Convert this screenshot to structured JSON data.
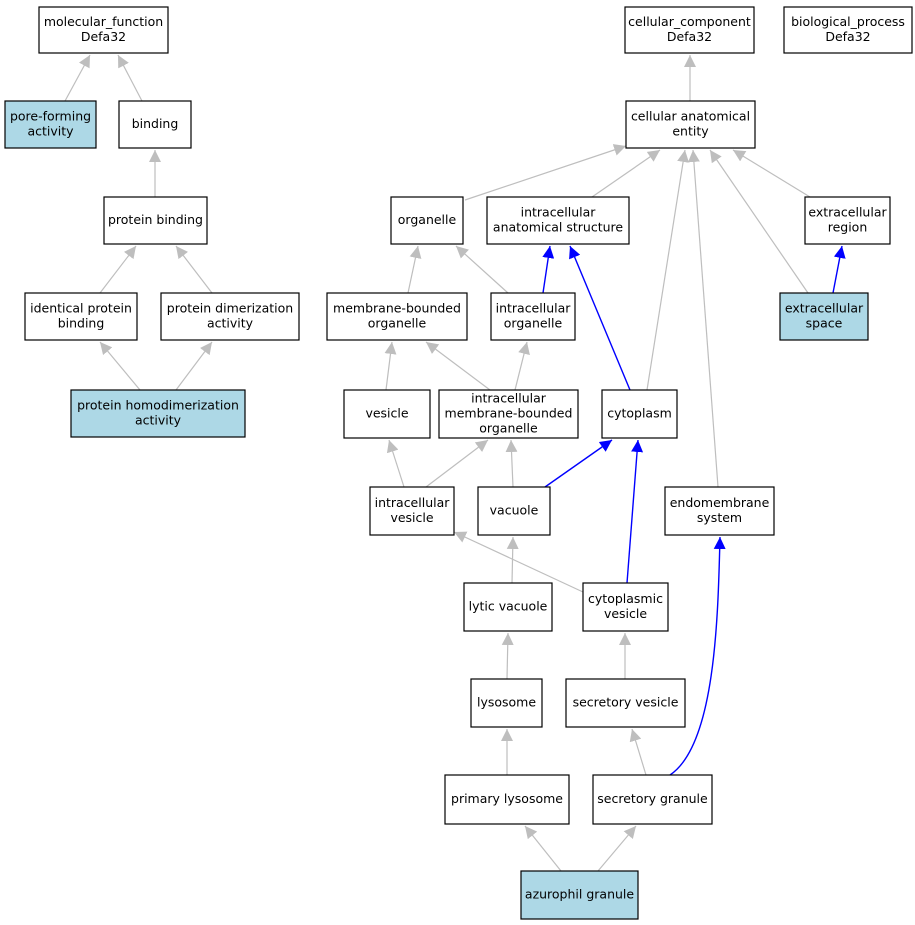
{
  "colors": {
    "background": "#ffffff",
    "node_fill": "#ffffff",
    "highlight_fill": "#add8e6",
    "node_border": "#000000",
    "edge_grey": "#bebebe",
    "edge_blue": "#0000ff"
  },
  "nodes": [
    {
      "id": "molecular_function",
      "lines": [
        "molecular_function",
        "Defa32"
      ],
      "highlight": false
    },
    {
      "id": "cellular_component",
      "lines": [
        "cellular_component",
        "Defa32"
      ],
      "highlight": false
    },
    {
      "id": "biological_process",
      "lines": [
        "biological_process",
        "Defa32"
      ],
      "highlight": false
    },
    {
      "id": "pore_forming",
      "lines": [
        "pore-forming",
        "activity"
      ],
      "highlight": true
    },
    {
      "id": "binding",
      "lines": [
        "binding"
      ],
      "highlight": false
    },
    {
      "id": "protein_binding",
      "lines": [
        "protein binding"
      ],
      "highlight": false
    },
    {
      "id": "identical_protein_binding",
      "lines": [
        "identical protein",
        "binding"
      ],
      "highlight": false
    },
    {
      "id": "protein_dimerization",
      "lines": [
        "protein dimerization",
        "activity"
      ],
      "highlight": false
    },
    {
      "id": "protein_homodimerization",
      "lines": [
        "protein homodimerization",
        "activity"
      ],
      "highlight": true
    },
    {
      "id": "cellular_anatomical_entity",
      "lines": [
        "cellular anatomical",
        "entity"
      ],
      "highlight": false
    },
    {
      "id": "organelle",
      "lines": [
        "organelle"
      ],
      "highlight": false
    },
    {
      "id": "intracellular_anatomical_structure",
      "lines": [
        "intracellular",
        "anatomical structure"
      ],
      "highlight": false
    },
    {
      "id": "extracellular_region",
      "lines": [
        "extracellular",
        "region"
      ],
      "highlight": false
    },
    {
      "id": "membrane_bounded_organelle",
      "lines": [
        "membrane-bounded",
        "organelle"
      ],
      "highlight": false
    },
    {
      "id": "intracellular_organelle",
      "lines": [
        "intracellular",
        "organelle"
      ],
      "highlight": false
    },
    {
      "id": "extracellular_space",
      "lines": [
        "extracellular",
        "space"
      ],
      "highlight": true
    },
    {
      "id": "vesicle",
      "lines": [
        "vesicle"
      ],
      "highlight": false
    },
    {
      "id": "intracellular_mbo",
      "lines": [
        "intracellular",
        "membrane-bounded",
        "organelle"
      ],
      "highlight": false
    },
    {
      "id": "cytoplasm",
      "lines": [
        "cytoplasm"
      ],
      "highlight": false
    },
    {
      "id": "intracellular_vesicle",
      "lines": [
        "intracellular",
        "vesicle"
      ],
      "highlight": false
    },
    {
      "id": "vacuole",
      "lines": [
        "vacuole"
      ],
      "highlight": false
    },
    {
      "id": "endomembrane_system",
      "lines": [
        "endomembrane",
        "system"
      ],
      "highlight": false
    },
    {
      "id": "lytic_vacuole",
      "lines": [
        "lytic vacuole"
      ],
      "highlight": false
    },
    {
      "id": "cytoplasmic_vesicle",
      "lines": [
        "cytoplasmic",
        "vesicle"
      ],
      "highlight": false
    },
    {
      "id": "lysosome",
      "lines": [
        "lysosome"
      ],
      "highlight": false
    },
    {
      "id": "secretory_vesicle",
      "lines": [
        "secretory vesicle"
      ],
      "highlight": false
    },
    {
      "id": "primary_lysosome",
      "lines": [
        "primary lysosome"
      ],
      "highlight": false
    },
    {
      "id": "secretory_granule",
      "lines": [
        "secretory granule"
      ],
      "highlight": false
    },
    {
      "id": "azurophil_granule",
      "lines": [
        "azurophil granule"
      ],
      "highlight": true
    }
  ],
  "edges": [
    {
      "from": "pore_forming",
      "to": "molecular_function",
      "color": "grey"
    },
    {
      "from": "binding",
      "to": "molecular_function",
      "color": "grey"
    },
    {
      "from": "protein_binding",
      "to": "binding",
      "color": "grey"
    },
    {
      "from": "identical_protein_binding",
      "to": "protein_binding",
      "color": "grey"
    },
    {
      "from": "protein_dimerization",
      "to": "protein_binding",
      "color": "grey"
    },
    {
      "from": "protein_homodimerization",
      "to": "identical_protein_binding",
      "color": "grey"
    },
    {
      "from": "protein_homodimerization",
      "to": "protein_dimerization",
      "color": "grey"
    },
    {
      "from": "cellular_anatomical_entity",
      "to": "cellular_component",
      "color": "grey"
    },
    {
      "from": "organelle",
      "to": "cellular_anatomical_entity",
      "color": "grey"
    },
    {
      "from": "intracellular_anatomical_structure",
      "to": "cellular_anatomical_entity",
      "color": "grey"
    },
    {
      "from": "extracellular_region",
      "to": "cellular_anatomical_entity",
      "color": "grey"
    },
    {
      "from": "extracellular_space",
      "to": "cellular_anatomical_entity",
      "color": "grey"
    },
    {
      "from": "cytoplasm",
      "to": "cellular_anatomical_entity",
      "color": "grey"
    },
    {
      "from": "endomembrane_system",
      "to": "cellular_anatomical_entity",
      "color": "grey"
    },
    {
      "from": "extracellular_space",
      "to": "extracellular_region",
      "color": "blue"
    },
    {
      "from": "membrane_bounded_organelle",
      "to": "organelle",
      "color": "grey"
    },
    {
      "from": "intracellular_organelle",
      "to": "organelle",
      "color": "grey"
    },
    {
      "from": "intracellular_organelle",
      "to": "intracellular_anatomical_structure",
      "color": "blue"
    },
    {
      "from": "cytoplasm",
      "to": "intracellular_anatomical_structure",
      "color": "blue"
    },
    {
      "from": "vesicle",
      "to": "membrane_bounded_organelle",
      "color": "grey"
    },
    {
      "from": "intracellular_mbo",
      "to": "membrane_bounded_organelle",
      "color": "grey"
    },
    {
      "from": "intracellular_mbo",
      "to": "intracellular_organelle",
      "color": "grey"
    },
    {
      "from": "intracellular_vesicle",
      "to": "vesicle",
      "color": "grey"
    },
    {
      "from": "intracellular_vesicle",
      "to": "intracellular_mbo",
      "color": "grey"
    },
    {
      "from": "vacuole",
      "to": "intracellular_mbo",
      "color": "grey"
    },
    {
      "from": "vacuole",
      "to": "cytoplasm",
      "color": "blue"
    },
    {
      "from": "cytoplasmic_vesicle",
      "to": "cytoplasm",
      "color": "blue"
    },
    {
      "from": "cytoplasmic_vesicle",
      "to": "intracellular_vesicle",
      "color": "grey"
    },
    {
      "from": "lytic_vacuole",
      "to": "vacuole",
      "color": "grey"
    },
    {
      "from": "lysosome",
      "to": "lytic_vacuole",
      "color": "grey"
    },
    {
      "from": "secretory_vesicle",
      "to": "cytoplasmic_vesicle",
      "color": "grey"
    },
    {
      "from": "primary_lysosome",
      "to": "lysosome",
      "color": "grey"
    },
    {
      "from": "secretory_granule",
      "to": "secretory_vesicle",
      "color": "grey"
    },
    {
      "from": "secretory_granule",
      "to": "endomembrane_system",
      "color": "blue"
    },
    {
      "from": "azurophil_granule",
      "to": "primary_lysosome",
      "color": "grey"
    },
    {
      "from": "azurophil_granule",
      "to": "secretory_granule",
      "color": "grey"
    }
  ]
}
